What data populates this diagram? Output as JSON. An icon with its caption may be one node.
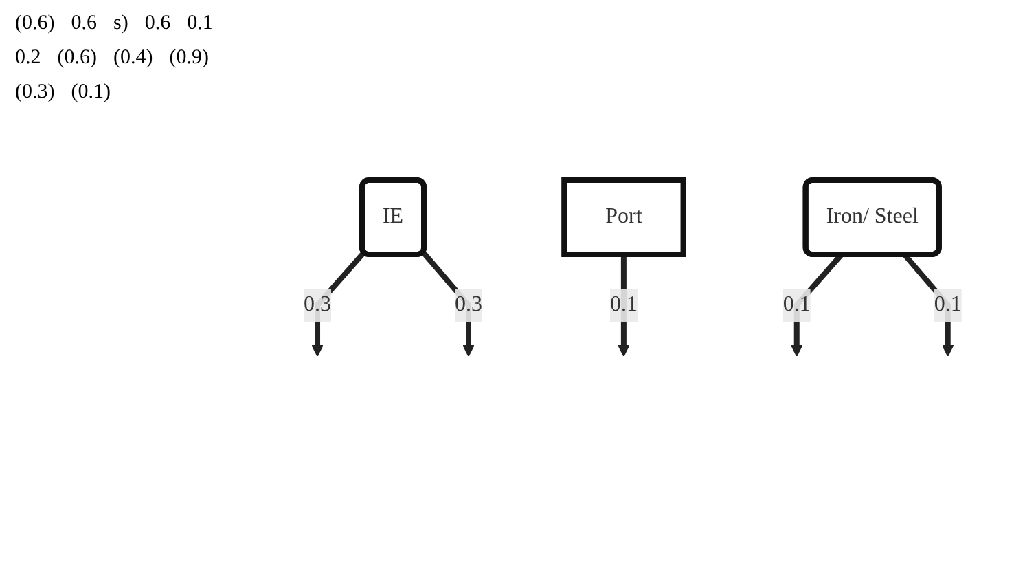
{
  "diagram": {
    "nodes": [
      {
        "text": [
          "IE"
        ]
      },
      {
        "text": [
          "Port"
        ]
      },
      {
        "text": [
          "Iron/ Steel"
        ]
      }
    ],
    "edges": [
      {
        "from": 0,
        "to": null,
        "arrow": "to",
        "label": "0.3"
      },
      {
        "from": 0,
        "to": null,
        "arrow": "to",
        "label": "0.3"
      },
      {
        "from": 1,
        "to": null,
        "arrow": "to",
        "label": "0.1"
      },
      {
        "from": 2,
        "to": null,
        "arrow": "to",
        "label": "0.1"
      },
      {
        "from": 2,
        "to": null,
        "arrow": "to",
        "label": "0.1"
      }
    ],
    "labels": [
      "(0.6)",
      "0.6",
      "s)",
      "0.6",
      "0.1",
      "0.2",
      "(0.6)",
      "(0.4)",
      "(0.9)",
      "(0.3)",
      "(0.1)"
    ]
  }
}
